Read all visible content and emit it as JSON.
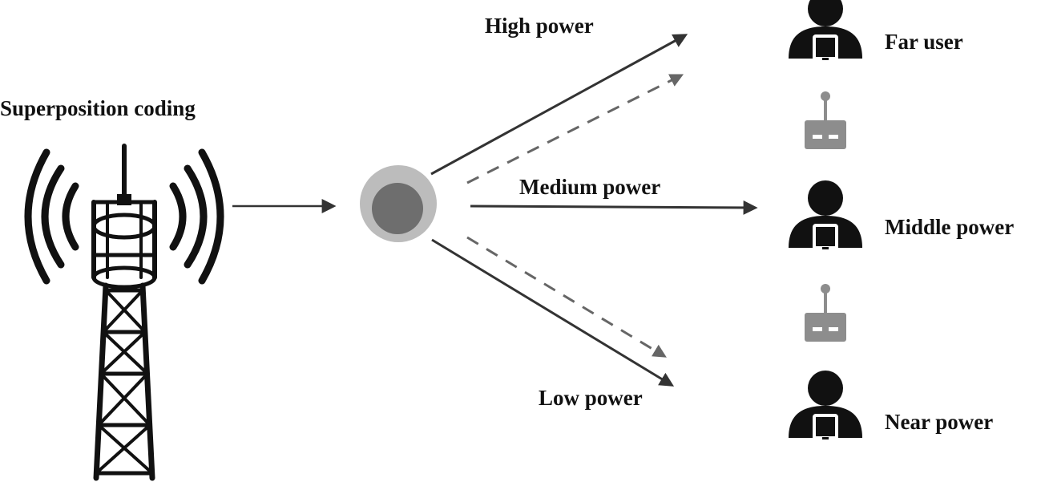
{
  "title": "Superposition coding",
  "power_labels": {
    "high": "High power",
    "medium": "Medium power",
    "low": "Low power"
  },
  "users": {
    "far": "Far user",
    "middle": "Middle power",
    "near": "Near power"
  },
  "colors": {
    "ink": "#111111",
    "arrow": "#333333",
    "dashed_arrow": "#666666",
    "outer_circle": "#bcbcbc",
    "inner_circle": "#6e6e6e",
    "device": "#8d8d8d"
  },
  "icons": [
    "cell-tower-icon",
    "superposed-signal-icon",
    "user-with-phone-icon",
    "relay-device-icon"
  ]
}
